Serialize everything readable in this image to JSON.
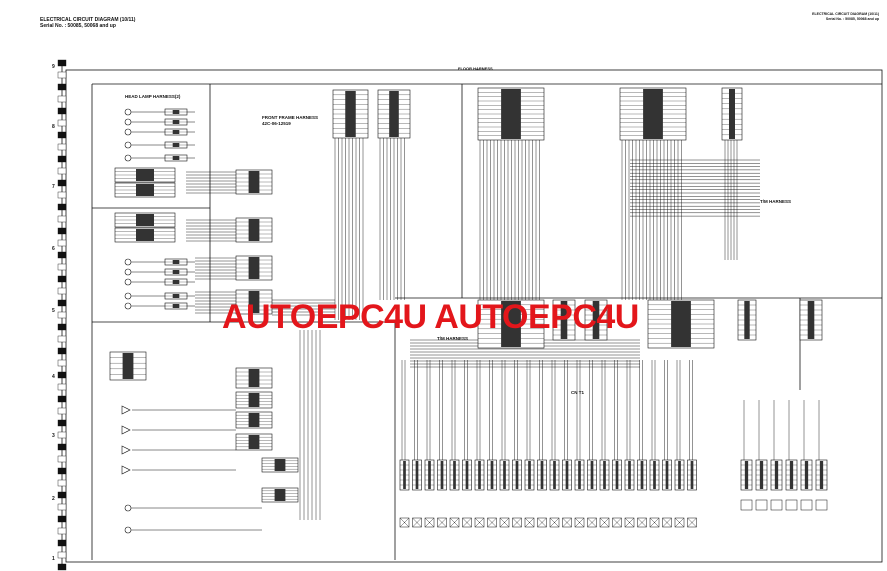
{
  "header": {
    "title": "ELECTRICAL CIRCUIT DIAGRAM (10/11)",
    "serial": "Serial No. : 50085, 50068 and up",
    "right_title": "ELECTRICAL CIRCUIT DIAGRAM (10/11)",
    "right_serial": "Serial No. : 50085, 50068 and up"
  },
  "zones": [
    "9",
    "8",
    "7",
    "6",
    "5",
    "4",
    "3",
    "2",
    "1"
  ],
  "harness_labels": {
    "head_lamp": "HEAD LAMP HARNESS(2)",
    "front_frame": "FRONT FRAME HARNESS",
    "front_frame_pn": "42C-06-12519",
    "floor": "FLOOR HARNESS",
    "tm_right": "T/M HARNESS",
    "tm_center": "T/M HARNESS"
  },
  "connector_label": "CN T1",
  "watermark": "AUTOEPC4U AUTOEPC4U",
  "colors": {
    "line": "#111111",
    "watermark": "#e3161b"
  }
}
